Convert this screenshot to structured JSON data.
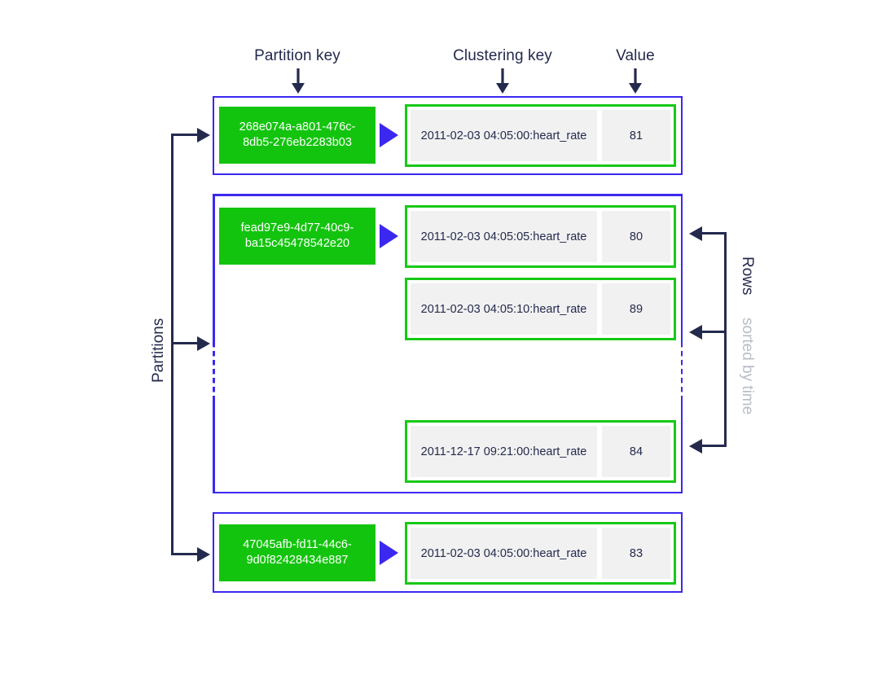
{
  "headers": [
    {
      "label": "Partition key",
      "icon": "down-arrow-icon"
    },
    {
      "label": "Clustering key",
      "icon": "down-arrow-icon"
    },
    {
      "label": "Value",
      "icon": "down-arrow-icon"
    }
  ],
  "side_labels": {
    "left": "Partitions",
    "right_primary": "Rows",
    "right_secondary": "sorted by time"
  },
  "colors": {
    "partition_border": "#3b28f0",
    "partition_key_fill": "#13c40e",
    "row_border": "#16c916",
    "cell_fill": "#f1f1f1",
    "text": "#242a4d",
    "muted_text": "#b8bdc7",
    "triangle": "#3b28f0"
  },
  "partitions": [
    {
      "partition_key": "268e074a-a801-476c-8db5-276eb2283b03",
      "truncated": false,
      "rows": [
        {
          "clustering_key": "2011-02-03 04:05:00: heart_rate",
          "value": "81"
        }
      ]
    },
    {
      "partition_key": "fead97e9-4d77-40c9-ba15c45478542e20",
      "truncated": true,
      "rows": [
        {
          "clustering_key": "2011-02-03 04:05:05: heart_rate",
          "value": "80"
        },
        {
          "clustering_key": "2011-02-03 04:05:10: heart_rate",
          "value": "89"
        },
        {
          "clustering_key": "2011-12-17 09:21:00: heart_rate",
          "value": "84"
        }
      ]
    },
    {
      "partition_key": "47045afb-fd11-44c6-9d0f82428434e887",
      "truncated": false,
      "rows": [
        {
          "clustering_key": "2011-02-03 04:05:00: heart_rate",
          "value": "83"
        }
      ]
    }
  ]
}
